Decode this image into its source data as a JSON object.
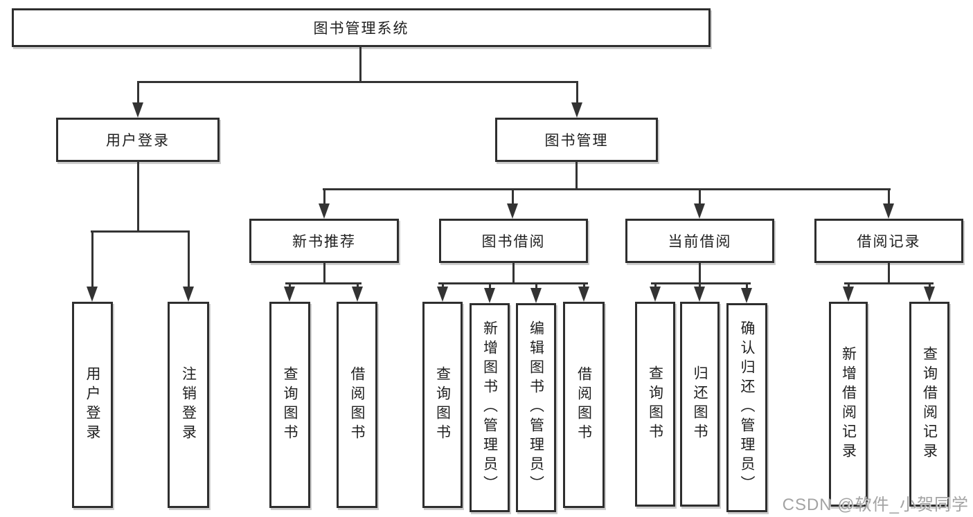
{
  "diagram_type": "hierarchy-tree",
  "colors": {
    "line": "#333333",
    "box_border": "#2e2e2e",
    "box_fill": "#ffffff",
    "text": "#1f1f1f",
    "watermark": "#9e9e9e"
  },
  "tree": {
    "label": "图书管理系统",
    "children": [
      {
        "label": "用户登录",
        "children": [
          {
            "label": "用户登录"
          },
          {
            "label": "注销登录"
          }
        ]
      },
      {
        "label": "图书管理",
        "children": [
          {
            "label": "新书推荐",
            "children": [
              {
                "label": "查询图书"
              },
              {
                "label": "借阅图书"
              }
            ]
          },
          {
            "label": "图书借阅",
            "children": [
              {
                "label": "查询图书"
              },
              {
                "label": "新增图书（管理员）"
              },
              {
                "label": "编辑图书（管理员）"
              },
              {
                "label": "借阅图书"
              }
            ]
          },
          {
            "label": "当前借阅",
            "children": [
              {
                "label": "查询图书"
              },
              {
                "label": "归还图书"
              },
              {
                "label": "确认归还（管理员）"
              }
            ]
          },
          {
            "label": "借阅记录",
            "children": [
              {
                "label": "新增借阅记录"
              },
              {
                "label": "查询借阅记录"
              }
            ]
          }
        ]
      }
    ]
  },
  "watermark": {
    "text": "CSDN @软件_小贺同学"
  }
}
